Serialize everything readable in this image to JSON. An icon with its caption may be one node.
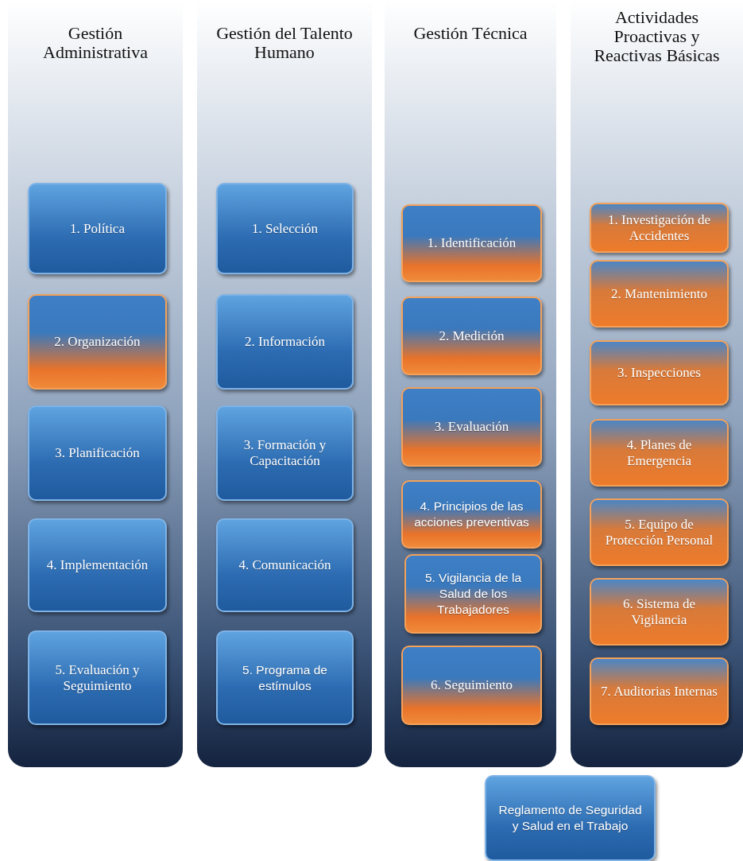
{
  "diagram": {
    "nodes": [
      {
        "text": [
          "Gestión Administrativa"
        ]
      },
      {
        "text": [
          "1. Política"
        ],
        "in": 0
      },
      {
        "text": [
          "2. Organización"
        ],
        "in": 0
      },
      {
        "text": [
          "3. Planificación"
        ],
        "in": 0
      },
      {
        "text": [
          "4. Implementación"
        ],
        "in": 0
      },
      {
        "text": [
          "5. Evaluación y Seguimiento"
        ],
        "in": 0
      },
      {
        "text": [
          "Gestión del Talento Humano"
        ]
      },
      {
        "text": [
          "1. Selección"
        ],
        "in": 6
      },
      {
        "text": [
          "2. Información"
        ],
        "in": 6
      },
      {
        "text": [
          "3. Formación y Capacitación"
        ],
        "in": 6
      },
      {
        "text": [
          "4. Comunicación"
        ],
        "in": 6
      },
      {
        "text": [
          "5. Programa de estímulos"
        ],
        "in": 6
      },
      {
        "text": [
          "Gestión Técnica"
        ]
      },
      {
        "text": [
          "1. Identificación"
        ],
        "in": 12
      },
      {
        "text": [
          "2. Medición"
        ],
        "in": 12
      },
      {
        "text": [
          "3. Evaluación"
        ],
        "in": 12
      },
      {
        "text": [
          "4. Principios de las acciones preventivas"
        ],
        "in": 12
      },
      {
        "text": [
          "5. Vigilancia de la Salud de los Trabajadores"
        ],
        "in": 12
      },
      {
        "text": [
          "6. Seguimiento"
        ],
        "in": 12
      },
      {
        "text": [
          "Actividades Proactivas y Reactivas Básicas"
        ]
      },
      {
        "text": [
          "1. Investigación de Accidentes"
        ],
        "in": 19
      },
      {
        "text": [
          "2. Mantenimiento"
        ],
        "in": 19
      },
      {
        "text": [
          "3. Inspecciones"
        ],
        "in": 19
      },
      {
        "text": [
          "4. Planes de Emergencia"
        ],
        "in": 19
      },
      {
        "text": [
          "5. Equipo de Protección Personal"
        ],
        "in": 19
      },
      {
        "text": [
          "6. Sistema de Vigilancia"
        ],
        "in": 19
      },
      {
        "text": [
          "7. Auditorias Internas"
        ],
        "in": 19
      },
      {
        "text": [
          "Reglamento de Seguridad y Salud en el Trabajo"
        ]
      }
    ]
  }
}
